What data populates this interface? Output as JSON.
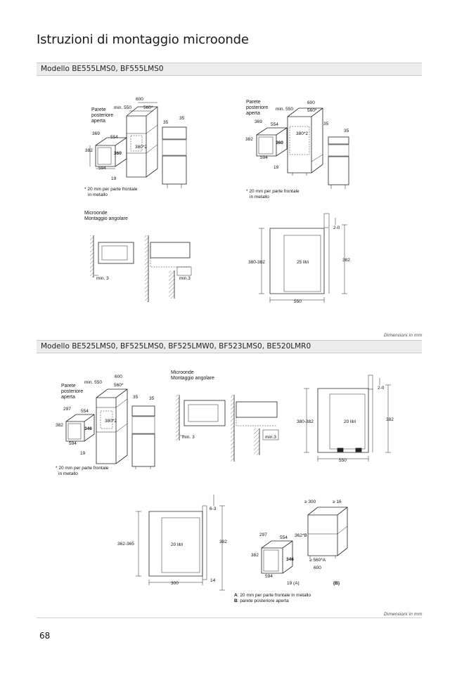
{
  "page": {
    "title": "Istruzioni di montaggio microonde",
    "page_number": "68",
    "units_note": "Dimensioni in mm"
  },
  "section1": {
    "heading": "Modello BE555LMS0, BF555LMS0",
    "diagram_a": {
      "parete": [
        "Parete",
        "posteriore",
        "aperta"
      ],
      "dims": {
        "w600": "600",
        "min550": "min. 550",
        "w560": "560*",
        "d35a": "35",
        "d35b": "35",
        "d369": "369",
        "d554": "554",
        "d382": "382",
        "d360": "360",
        "d380": "380*2",
        "d594": "594",
        "d19": "19"
      },
      "note": [
        "* 20 mm per parte frontale",
        "in metallo"
      ]
    },
    "diagram_b": {
      "parete": [
        "Parete",
        "posteriore",
        "aperta"
      ],
      "dims": {
        "w600": "600",
        "min550": "min. 550",
        "w560": "560*",
        "d35a": "35",
        "d35b": "35",
        "d369": "369",
        "d554": "554",
        "d382": "382",
        "d360": "360",
        "d380": "380*2",
        "d594": "594",
        "d19": "19"
      },
      "note": [
        "* 20 mm per parte frontale",
        "in metallo"
      ]
    },
    "corner": {
      "caption": [
        "Microonde",
        "Montaggio angolare"
      ],
      "min3a": "min. 3",
      "min3b": "min.3"
    },
    "side": {
      "d20": "2-0",
      "h380": "380-382",
      "vol": "25 litri",
      "h382": "382",
      "w550": "550"
    }
  },
  "section2": {
    "heading": "Modello BE525LMS0, BF525LMS0, BF525LMW0, BF523LMS0, BE520LMR0",
    "diagram_a": {
      "parete": [
        "Parete",
        "posteriore",
        "aperta"
      ],
      "dims": {
        "w600": "600",
        "min550": "min. 550",
        "w560": "560*",
        "d35a": "35",
        "d35b": "35",
        "d297": "297",
        "d554": "554",
        "d382": "382",
        "d346": "346",
        "d380": "380*2",
        "d594": "594",
        "d19": "19"
      },
      "note": [
        "* 20 mm per parte frontale",
        "in metallo"
      ]
    },
    "corner": {
      "caption": [
        "Microonde",
        "Montaggio angolare"
      ],
      "min3a": "min. 3",
      "min3b": "min.3"
    },
    "side": {
      "d20": "2-0",
      "h380": "380-382",
      "vol": "20 litri",
      "h382": "382",
      "w550": "550"
    },
    "side2": {
      "d63": "6-3",
      "h362": "362-365",
      "vol": "20 litri",
      "h382": "382",
      "w300": "300",
      "d14": "14"
    },
    "cabinet": {
      "ge300": "≥ 300",
      "ge16": "≥ 16",
      "d297": "297",
      "d554": "554",
      "d362": "362*B",
      "d382": "382",
      "d346": "346",
      "ge560": "≥ 560*A",
      "w600": "600",
      "d594": "594",
      "d19": "19 (A)",
      "labelB": "(B)",
      "legendA_key": "A",
      "legendA": ": 20 mm per parte frontale in metallo",
      "legendB_key": "B",
      "legendB": ": parete posteriore aperta"
    }
  }
}
